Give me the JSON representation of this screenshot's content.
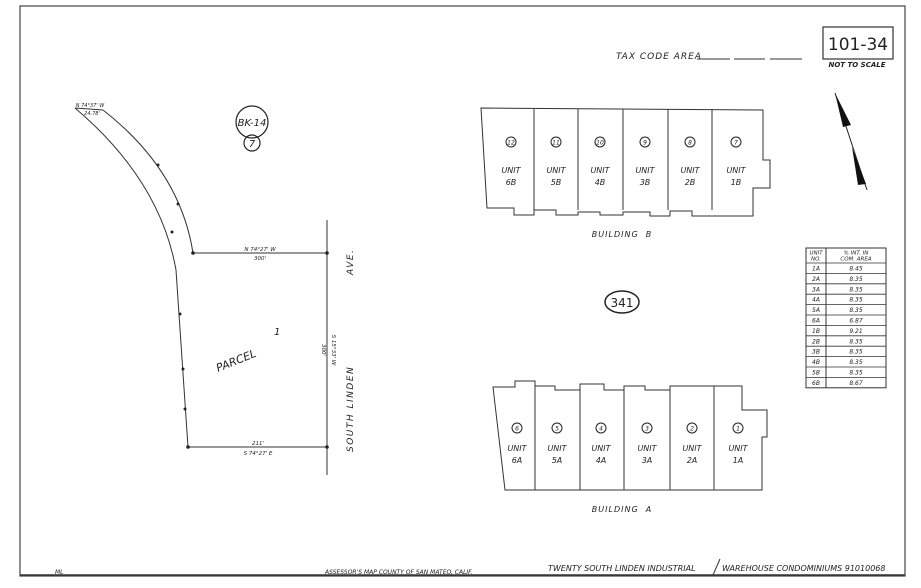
{
  "header": {
    "tax_code_label": "TAX CODE AREA",
    "map_number": "101-34",
    "scale_note": "NOT TO SCALE"
  },
  "block": {
    "book": "BK-14",
    "page": "7",
    "lot": "341"
  },
  "parcel": {
    "label": "PARCEL",
    "number": "1",
    "street": "SOUTH LINDEN",
    "street_suffix": "AVE.",
    "dimensions": {
      "top_bearing": "N 74°27' W",
      "top_length": "300'",
      "right_bearing": "S 15°33' W",
      "right_length": "300'",
      "bottom_bearing": "S 74°27' E",
      "bottom_length": "211'",
      "corner_bearing": "N 74°37' W",
      "corner_length": "24.78'"
    }
  },
  "building_b": {
    "label": "BUILDING  B",
    "units": [
      {
        "num": "12",
        "name": "UNIT",
        "id": "6B"
      },
      {
        "num": "11",
        "name": "UNIT",
        "id": "5B"
      },
      {
        "num": "10",
        "name": "UNIT",
        "id": "4B"
      },
      {
        "num": "9",
        "name": "UNIT",
        "id": "3B"
      },
      {
        "num": "8",
        "name": "UNIT",
        "id": "2B"
      },
      {
        "num": "7",
        "name": "UNIT",
        "id": "1B"
      }
    ]
  },
  "building_a": {
    "label": "BUILDING  A",
    "units": [
      {
        "num": "6",
        "name": "UNIT",
        "id": "6A"
      },
      {
        "num": "5",
        "name": "UNIT",
        "id": "5A"
      },
      {
        "num": "4",
        "name": "UNIT",
        "id": "4A"
      },
      {
        "num": "3",
        "name": "UNIT",
        "id": "3A"
      },
      {
        "num": "2",
        "name": "UNIT",
        "id": "2A"
      },
      {
        "num": "1",
        "name": "UNIT",
        "id": "1A"
      }
    ]
  },
  "interest_table": {
    "headers": [
      "UNIT NO.",
      "% INT. IN COM. AREA"
    ],
    "rows": [
      [
        "1A",
        "8.45"
      ],
      [
        "2A",
        "8.35"
      ],
      [
        "3A",
        "8.35"
      ],
      [
        "4A",
        "8.35"
      ],
      [
        "5A",
        "8.35"
      ],
      [
        "6A",
        "6.87"
      ],
      [
        "1B",
        "9.21"
      ],
      [
        "2B",
        "8.35"
      ],
      [
        "3B",
        "8.35"
      ],
      [
        "4B",
        "8.35"
      ],
      [
        "5B",
        "8.35"
      ],
      [
        "6B",
        "8.67"
      ]
    ]
  },
  "footer": {
    "initials": "ML",
    "county": "ASSESSOR'S MAP COUNTY OF SAN MATEO, CALIF.",
    "title_left": "TWENTY SOUTH LINDEN INDUSTRIAL",
    "title_right": "WAREHOUSE CONDOMINIUMS 91010068"
  }
}
